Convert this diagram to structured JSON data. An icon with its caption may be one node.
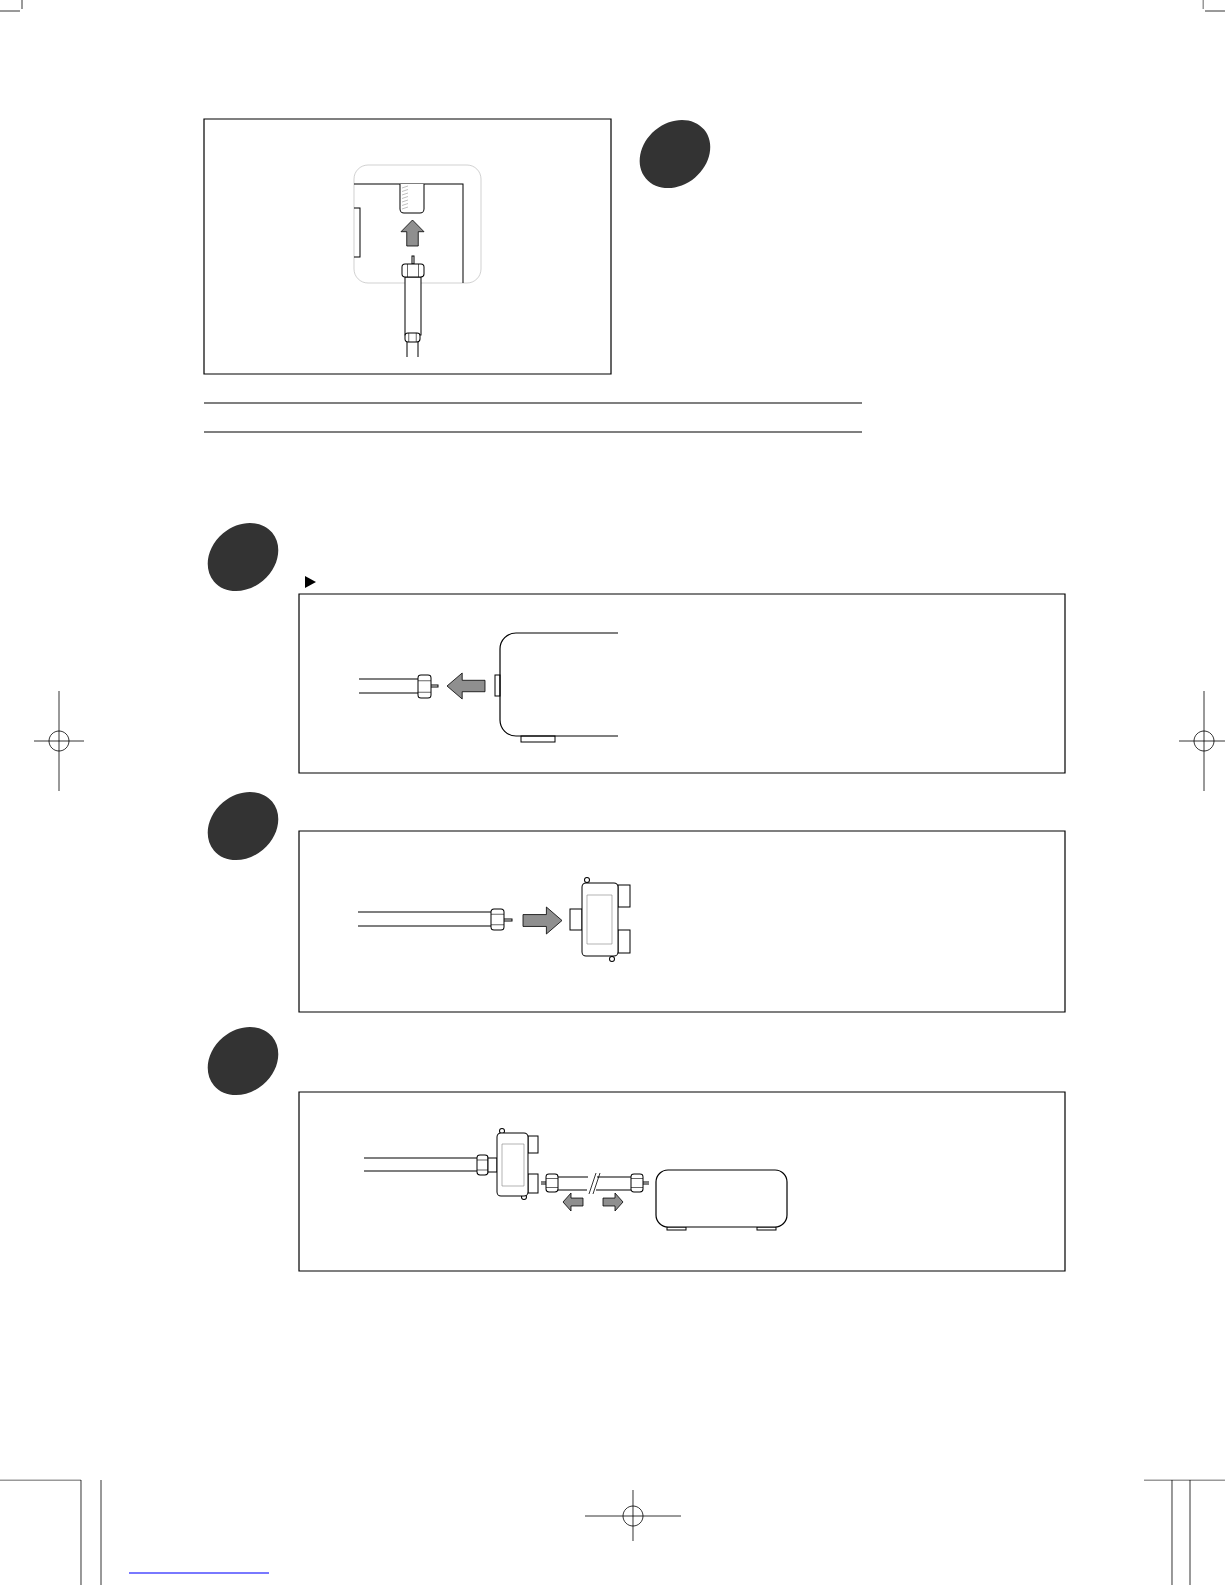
{
  "diagram": {
    "nodes": [
      {
        "text": [],
        "shape": "box"
      },
      {
        "text": [],
        "shape": "circle"
      },
      {
        "text": [],
        "shape": "circle"
      },
      {
        "text": [],
        "shape": "box"
      },
      {
        "text": [],
        "shape": "circle"
      },
      {
        "text": [],
        "shape": "box"
      },
      {
        "text": [],
        "shape": "circle"
      },
      {
        "text": [],
        "shape": "box"
      }
    ]
  }
}
